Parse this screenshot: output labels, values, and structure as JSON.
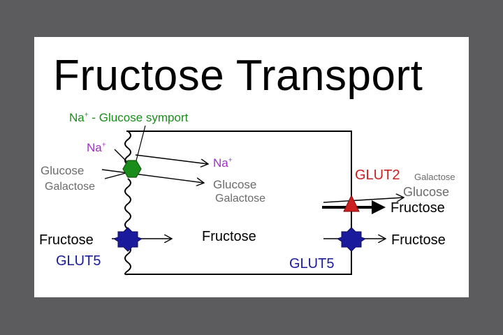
{
  "title": "Fructose Transport",
  "symport_label_pre": "Na",
  "symport_label_sup": "+",
  "symport_label_post": " - Glucose symport",
  "na_left": "Na",
  "na_right": "Na",
  "na_sup": "+",
  "glucose_left": "Glucose",
  "galactose_left": "Galactose",
  "glucose_mid": "Glucose",
  "galactose_mid": "Galactose",
  "fructose_left": "Fructose",
  "glut5_left": "GLUT5",
  "fructose_center": "Fructose",
  "glut2": "GLUT2",
  "galactose_right": "Galactose",
  "glucose_right": "Glucose",
  "fructose_right_top": "Fructose",
  "glut5_right": "GLUT5",
  "fructose_right_bottom": "Fructose",
  "colors": {
    "background": "#5c5c5e",
    "slide": "#ffffff",
    "symport": "#1a8c1a",
    "sodium": "#9b30c8",
    "sugar_gray": "#6b6b6b",
    "glut5": "#1a1a9c",
    "glut2": "#cc1f1f",
    "line": "#000000"
  }
}
